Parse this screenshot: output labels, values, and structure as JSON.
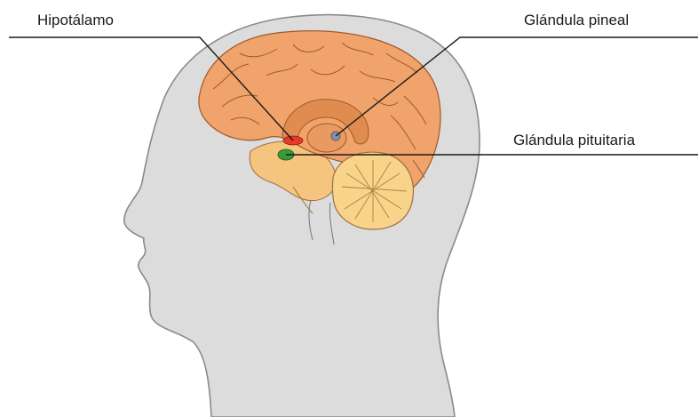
{
  "labels": {
    "hypothalamus": "Hipotálamo",
    "pineal_gland": "Glándula pineal",
    "pituitary_gland": "Glándula pituitaria"
  },
  "colors": {
    "head_fill": "#dcdcdc",
    "head_outline": "#8a8a8a",
    "cerebrum": "#f0a36a",
    "cerebrum_dark": "#e08c50",
    "brainstem": "#f5c47e",
    "cerebellum": "#f7d48a",
    "hypothalamus": "#e63a2a",
    "pineal": "#8a8fb0",
    "pituitary": "#3a9a3a",
    "leader_line": "#1a1a1a"
  }
}
